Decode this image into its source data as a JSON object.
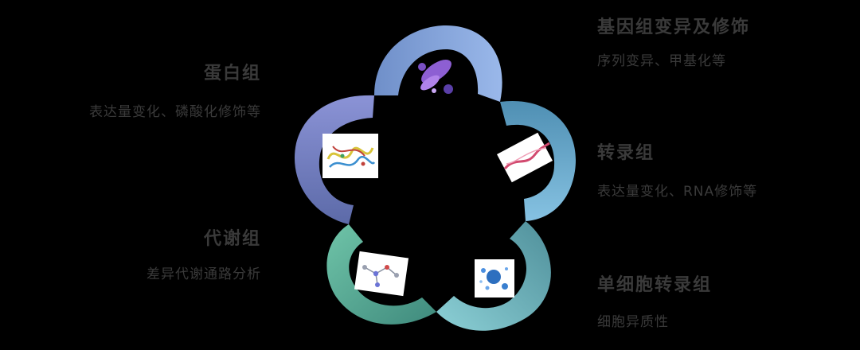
{
  "nodes": [
    {
      "id": "genome",
      "title": "基因组变异及修饰",
      "desc": "序列变异、甲基化等",
      "icon": "dna-helix-icon",
      "color": "#8fb0df"
    },
    {
      "id": "transcriptome",
      "title": "转录组",
      "desc": "表达量变化、RNA修饰等",
      "icon": "rna-strand-icon",
      "color": "#6aa8c7"
    },
    {
      "id": "singlecell",
      "title": "单细胞转录组",
      "desc": "细胞异质性",
      "icon": "cell-cluster-icon",
      "color": "#71bcc4"
    },
    {
      "id": "metabolome",
      "title": "代谢组",
      "desc": "差异代谢通路分析",
      "icon": "molecule-icon",
      "color": "#6fbfa6"
    },
    {
      "id": "proteome",
      "title": "蛋白组",
      "desc": "表达量变化、磷酸化修饰等",
      "icon": "protein-structure-icon",
      "color": "#7d85c4"
    }
  ]
}
